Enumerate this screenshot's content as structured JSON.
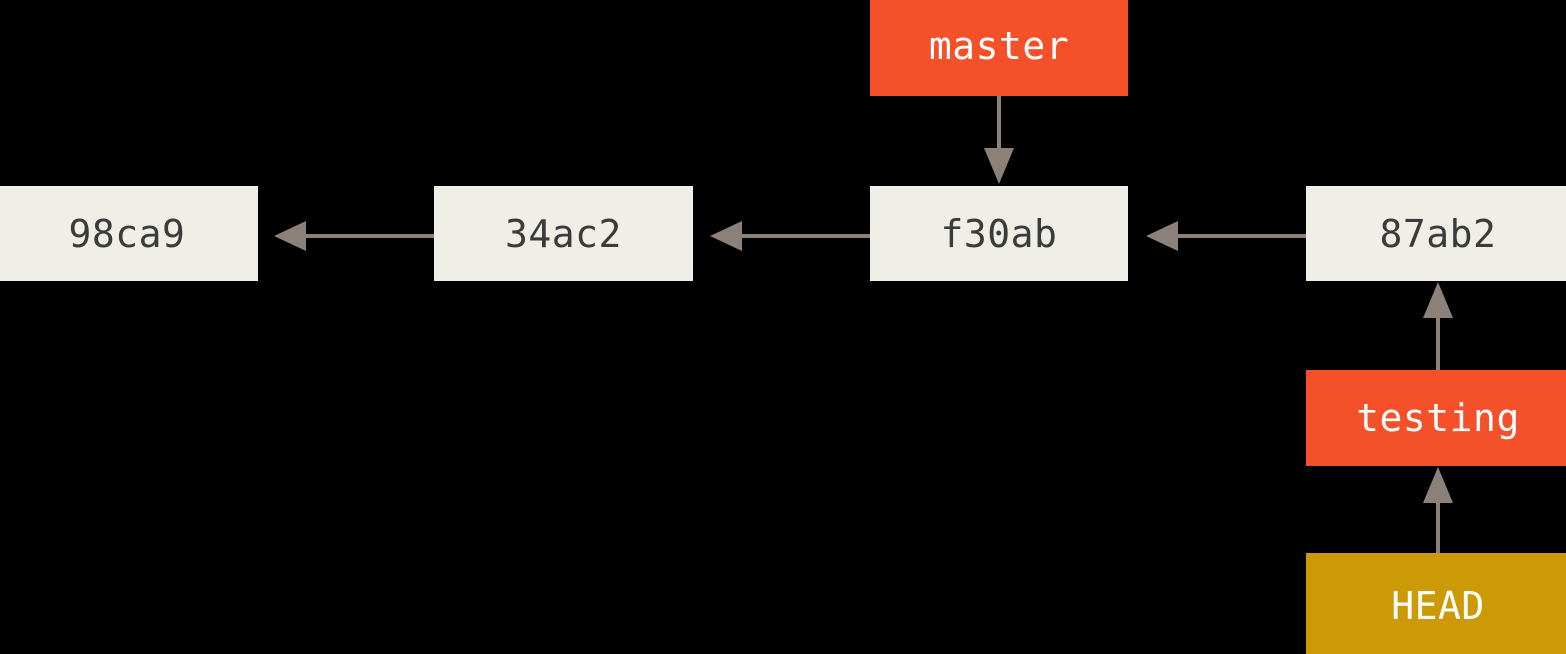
{
  "diagram": {
    "title": "git-branch-head-diagram",
    "background_color": "#000000",
    "palette": {
      "commit_fill": "#EFEFE7",
      "commit_text": "#3B3B3B",
      "branch_fill": "#F4502A",
      "branch_text": "#FFFFFF",
      "head_fill": "#CC9A06",
      "head_text": "#FFFFFF",
      "edge_color": "#8B8178"
    },
    "commits": [
      {
        "id": "98ca9",
        "label": "98ca9"
      },
      {
        "id": "34ac2",
        "label": "34ac2"
      },
      {
        "id": "f30ab",
        "label": "f30ab"
      },
      {
        "id": "87ab2",
        "label": "87ab2"
      }
    ],
    "branches": [
      {
        "id": "master",
        "label": "master",
        "points_to": "f30ab"
      },
      {
        "id": "testing",
        "label": "testing",
        "points_to": "87ab2"
      }
    ],
    "pointers": [
      {
        "id": "head",
        "label": "HEAD",
        "points_to": "testing"
      }
    ],
    "edges": [
      {
        "from": "34ac2",
        "to": "98ca9",
        "direction": "left"
      },
      {
        "from": "f30ab",
        "to": "34ac2",
        "direction": "left"
      },
      {
        "from": "87ab2",
        "to": "f30ab",
        "direction": "left"
      },
      {
        "from": "master",
        "to": "f30ab",
        "direction": "down"
      },
      {
        "from": "testing",
        "to": "87ab2",
        "direction": "up"
      },
      {
        "from": "head",
        "to": "testing",
        "direction": "up"
      }
    ]
  }
}
